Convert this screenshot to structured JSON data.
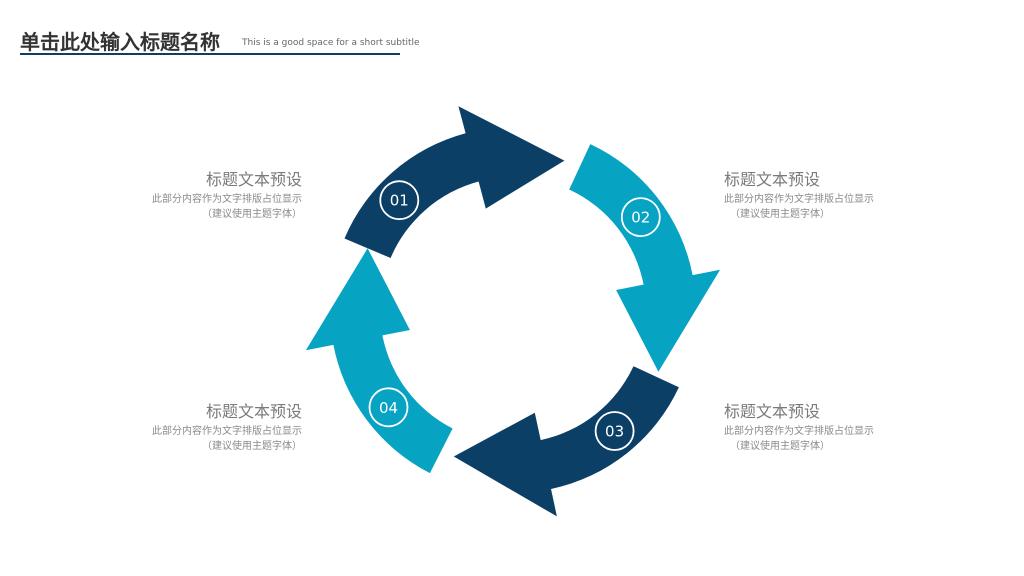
{
  "header": {
    "title": "单击此处输入标题名称",
    "subtitle": "This is a good space for a short subtitle"
  },
  "colors": {
    "dark_blue": "#0c3f66",
    "teal": "#06a3c2",
    "rule": "#0e3f63"
  },
  "cycle": {
    "steps": [
      {
        "label": "01",
        "color": "dark_blue",
        "direction": "clockwise"
      },
      {
        "label": "02",
        "color": "teal",
        "direction": "clockwise"
      },
      {
        "label": "03",
        "color": "dark_blue",
        "direction": "clockwise"
      },
      {
        "label": "04",
        "color": "teal",
        "direction": "clockwise"
      }
    ]
  },
  "text_blocks": [
    {
      "title": "标题文本预设",
      "body_line1": "此部分内容作为文字排版占位显示",
      "body_line2": "（建议使用主题字体）"
    },
    {
      "title": "标题文本预设",
      "body_line1": "此部分内容作为文字排版占位显示",
      "body_line2": "（建议使用主题字体）"
    },
    {
      "title": "标题文本预设",
      "body_line1": "此部分内容作为文字排版占位显示",
      "body_line2": "（建议使用主题字体）"
    },
    {
      "title": "标题文本预设",
      "body_line1": "此部分内容作为文字排版占位显示",
      "body_line2": "（建议使用主题字体）"
    }
  ]
}
